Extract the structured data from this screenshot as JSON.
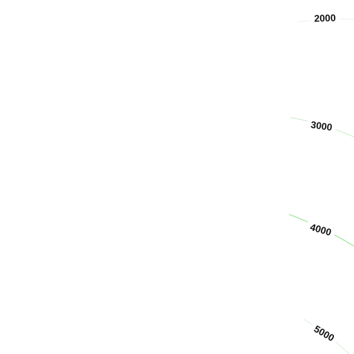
{
  "map": {
    "background_color": "#ffffff",
    "label_color": "#111111",
    "contours": [
      {
        "elevation": "2000",
        "color": "#e6f2ea"
      },
      {
        "elevation": "3000",
        "color": "#c7ecc2"
      },
      {
        "elevation": "4000",
        "color": "#8fe08a"
      },
      {
        "elevation": "5000",
        "color": "#d6efd6"
      }
    ]
  }
}
